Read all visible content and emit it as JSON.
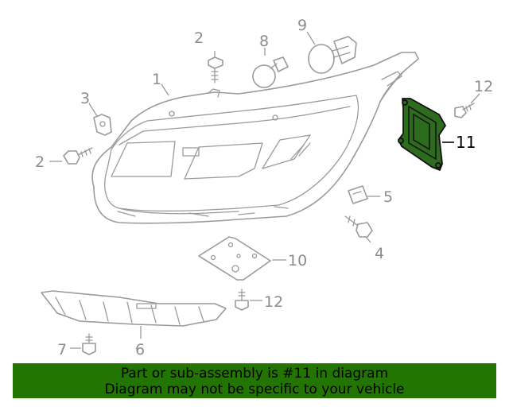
{
  "callouts": {
    "c1": "1",
    "c2a": "2",
    "c2b": "2",
    "c3": "3",
    "c4": "4",
    "c5": "5",
    "c6": "6",
    "c7": "7",
    "c8": "8",
    "c9": "9",
    "c10": "10",
    "c11": "11",
    "c12a": "12",
    "c12b": "12"
  },
  "highlight": {
    "part_number": "11",
    "color": "#2d6b1e"
  },
  "banner": {
    "line1": "Part or sub-assembly is #11 in diagram",
    "line2": "Diagram may not be specific to your vehicle",
    "background": "#217500"
  }
}
